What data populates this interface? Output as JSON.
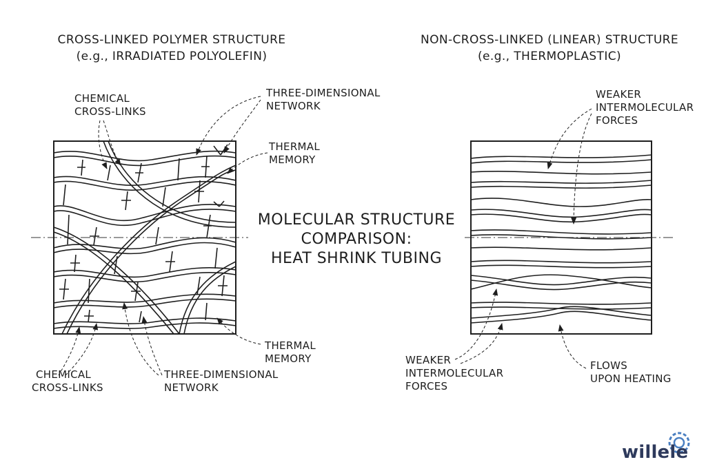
{
  "left_panel": {
    "title": "CROSS-LINKED POLYMER STRUCTURE",
    "subtitle": "(e.g., IRRADIATED POLYOLEFIN)",
    "labels": {
      "chemical_top": [
        "CHEMICAL",
        "CROSS-LINKS"
      ],
      "network_top": [
        "THREE-DIMENSIONAL",
        "NETWORK"
      ],
      "thermal_top": [
        "THERMAL",
        "MEMORY"
      ],
      "thermal_bottom": [
        "THERMAL",
        "MEMORY"
      ],
      "chemical_bottom": [
        "CHEMICAL",
        "CROSS-LINKS"
      ],
      "network_bottom": [
        "THREE-DIMENSIONAL",
        "NETWORK"
      ]
    }
  },
  "right_panel": {
    "title": "NON-CROSS-LINKED (LINEAR) STRUCTURE",
    "subtitle": "(e.g., THERMOPLASTIC)",
    "labels": {
      "weaker_top": [
        "WEAKER",
        "INTERMOLECULAR",
        "FORCES"
      ],
      "weaker_bottom": [
        "WEAKER",
        "INTERMOLECULAR",
        "FORCES"
      ],
      "flows": [
        "FLOWS",
        "UPON HEATING"
      ]
    }
  },
  "center_title": [
    "MOLECULAR STRUCTURE",
    "COMPARISON:",
    "HEAT SHRINK TUBING"
  ],
  "logo": {
    "text": "willele",
    "icon": "gear-icon",
    "color": "#2e3a5c",
    "accent": "#4a7fc1"
  }
}
